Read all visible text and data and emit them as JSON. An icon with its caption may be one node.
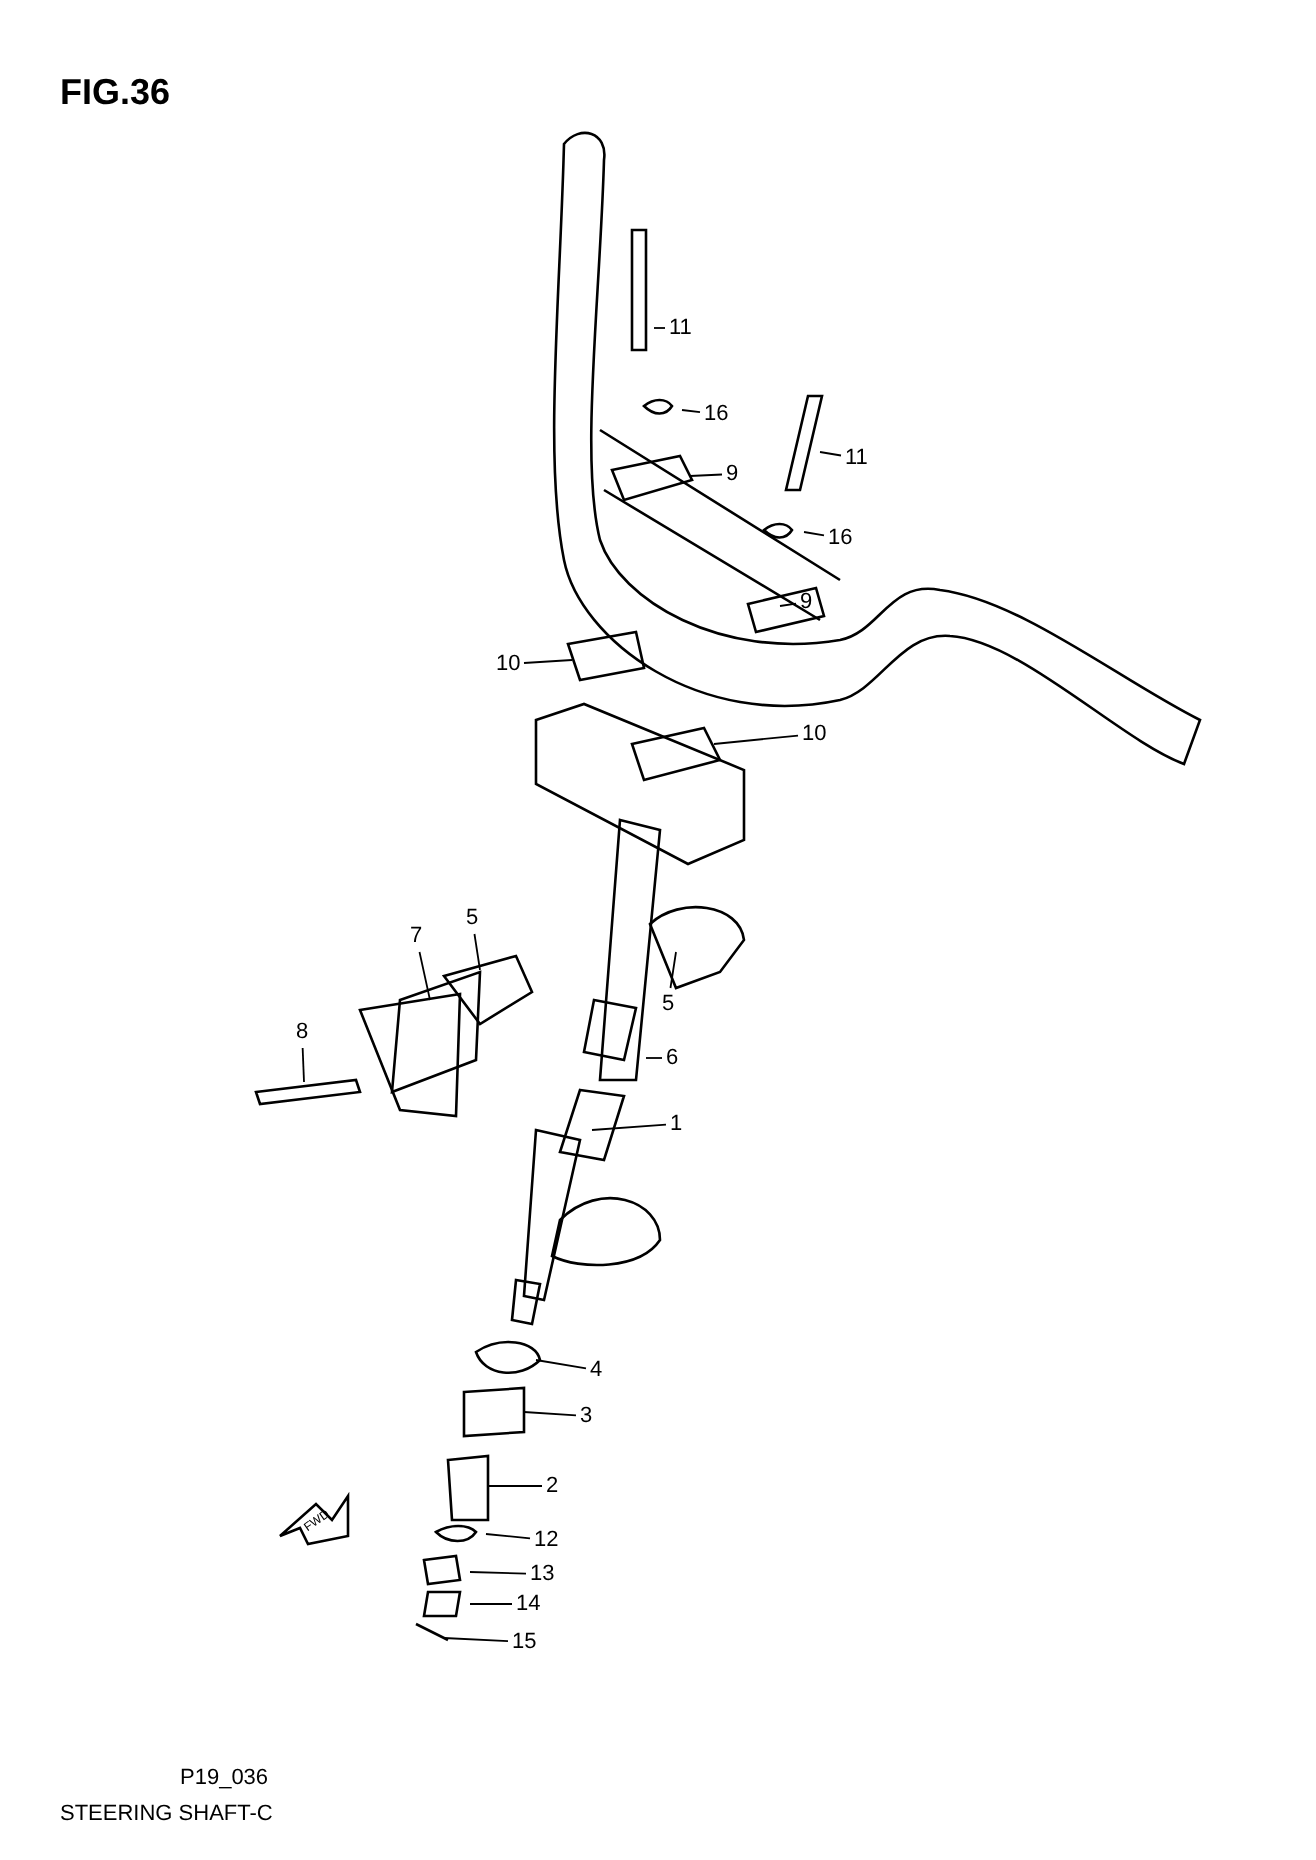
{
  "diagram": {
    "title": "FIG.36",
    "caption": "STEERING SHAFT-C",
    "nodes": [
      {
        "text": [
          "11"
        ]
      },
      {
        "text": [
          "16"
        ]
      },
      {
        "text": [
          "9"
        ]
      },
      {
        "text": [
          "11"
        ]
      },
      {
        "text": [
          "16"
        ]
      },
      {
        "text": [
          "9"
        ]
      },
      {
        "text": [
          "10"
        ]
      },
      {
        "text": [
          "10"
        ]
      },
      {
        "text": [
          "7"
        ]
      },
      {
        "text": [
          "5"
        ]
      },
      {
        "text": [
          "8"
        ]
      },
      {
        "text": [
          "6"
        ]
      },
      {
        "text": [
          "5"
        ]
      },
      {
        "text": [
          "1"
        ]
      },
      {
        "text": [
          "4"
        ]
      },
      {
        "text": [
          "3"
        ]
      },
      {
        "text": [
          "2"
        ]
      },
      {
        "text": [
          "12"
        ]
      },
      {
        "text": [
          "13"
        ]
      },
      {
        "text": [
          "14"
        ]
      },
      {
        "text": [
          "15"
        ]
      }
    ],
    "edges": [
      {
        "from": 0,
        "to": null,
        "arrow": "none"
      },
      {
        "from": 1,
        "to": null,
        "arrow": "none"
      },
      {
        "from": 2,
        "to": null,
        "arrow": "none"
      },
      {
        "from": 3,
        "to": null,
        "arrow": "none"
      },
      {
        "from": 4,
        "to": null,
        "arrow": "none"
      },
      {
        "from": 5,
        "to": null,
        "arrow": "none"
      },
      {
        "from": 6,
        "to": null,
        "arrow": "none"
      },
      {
        "from": 7,
        "to": null,
        "arrow": "none"
      },
      {
        "from": 8,
        "to": null,
        "arrow": "none"
      },
      {
        "from": 9,
        "to": null,
        "arrow": "none"
      },
      {
        "from": 10,
        "to": null,
        "arrow": "none"
      },
      {
        "from": 11,
        "to": null,
        "arrow": "none"
      },
      {
        "from": 12,
        "to": null,
        "arrow": "none"
      },
      {
        "from": 13,
        "to": null,
        "arrow": "none"
      },
      {
        "from": 14,
        "to": null,
        "arrow": "none"
      },
      {
        "from": 15,
        "to": null,
        "arrow": "none"
      },
      {
        "from": 16,
        "to": null,
        "arrow": "none"
      },
      {
        "from": 17,
        "to": null,
        "arrow": "none"
      },
      {
        "from": 18,
        "to": null,
        "arrow": "none"
      },
      {
        "from": 19,
        "to": null,
        "arrow": "none"
      },
      {
        "from": 20,
        "to": null,
        "arrow": "none"
      }
    ],
    "labels": [
      "FWD",
      "P19_036"
    ]
  }
}
